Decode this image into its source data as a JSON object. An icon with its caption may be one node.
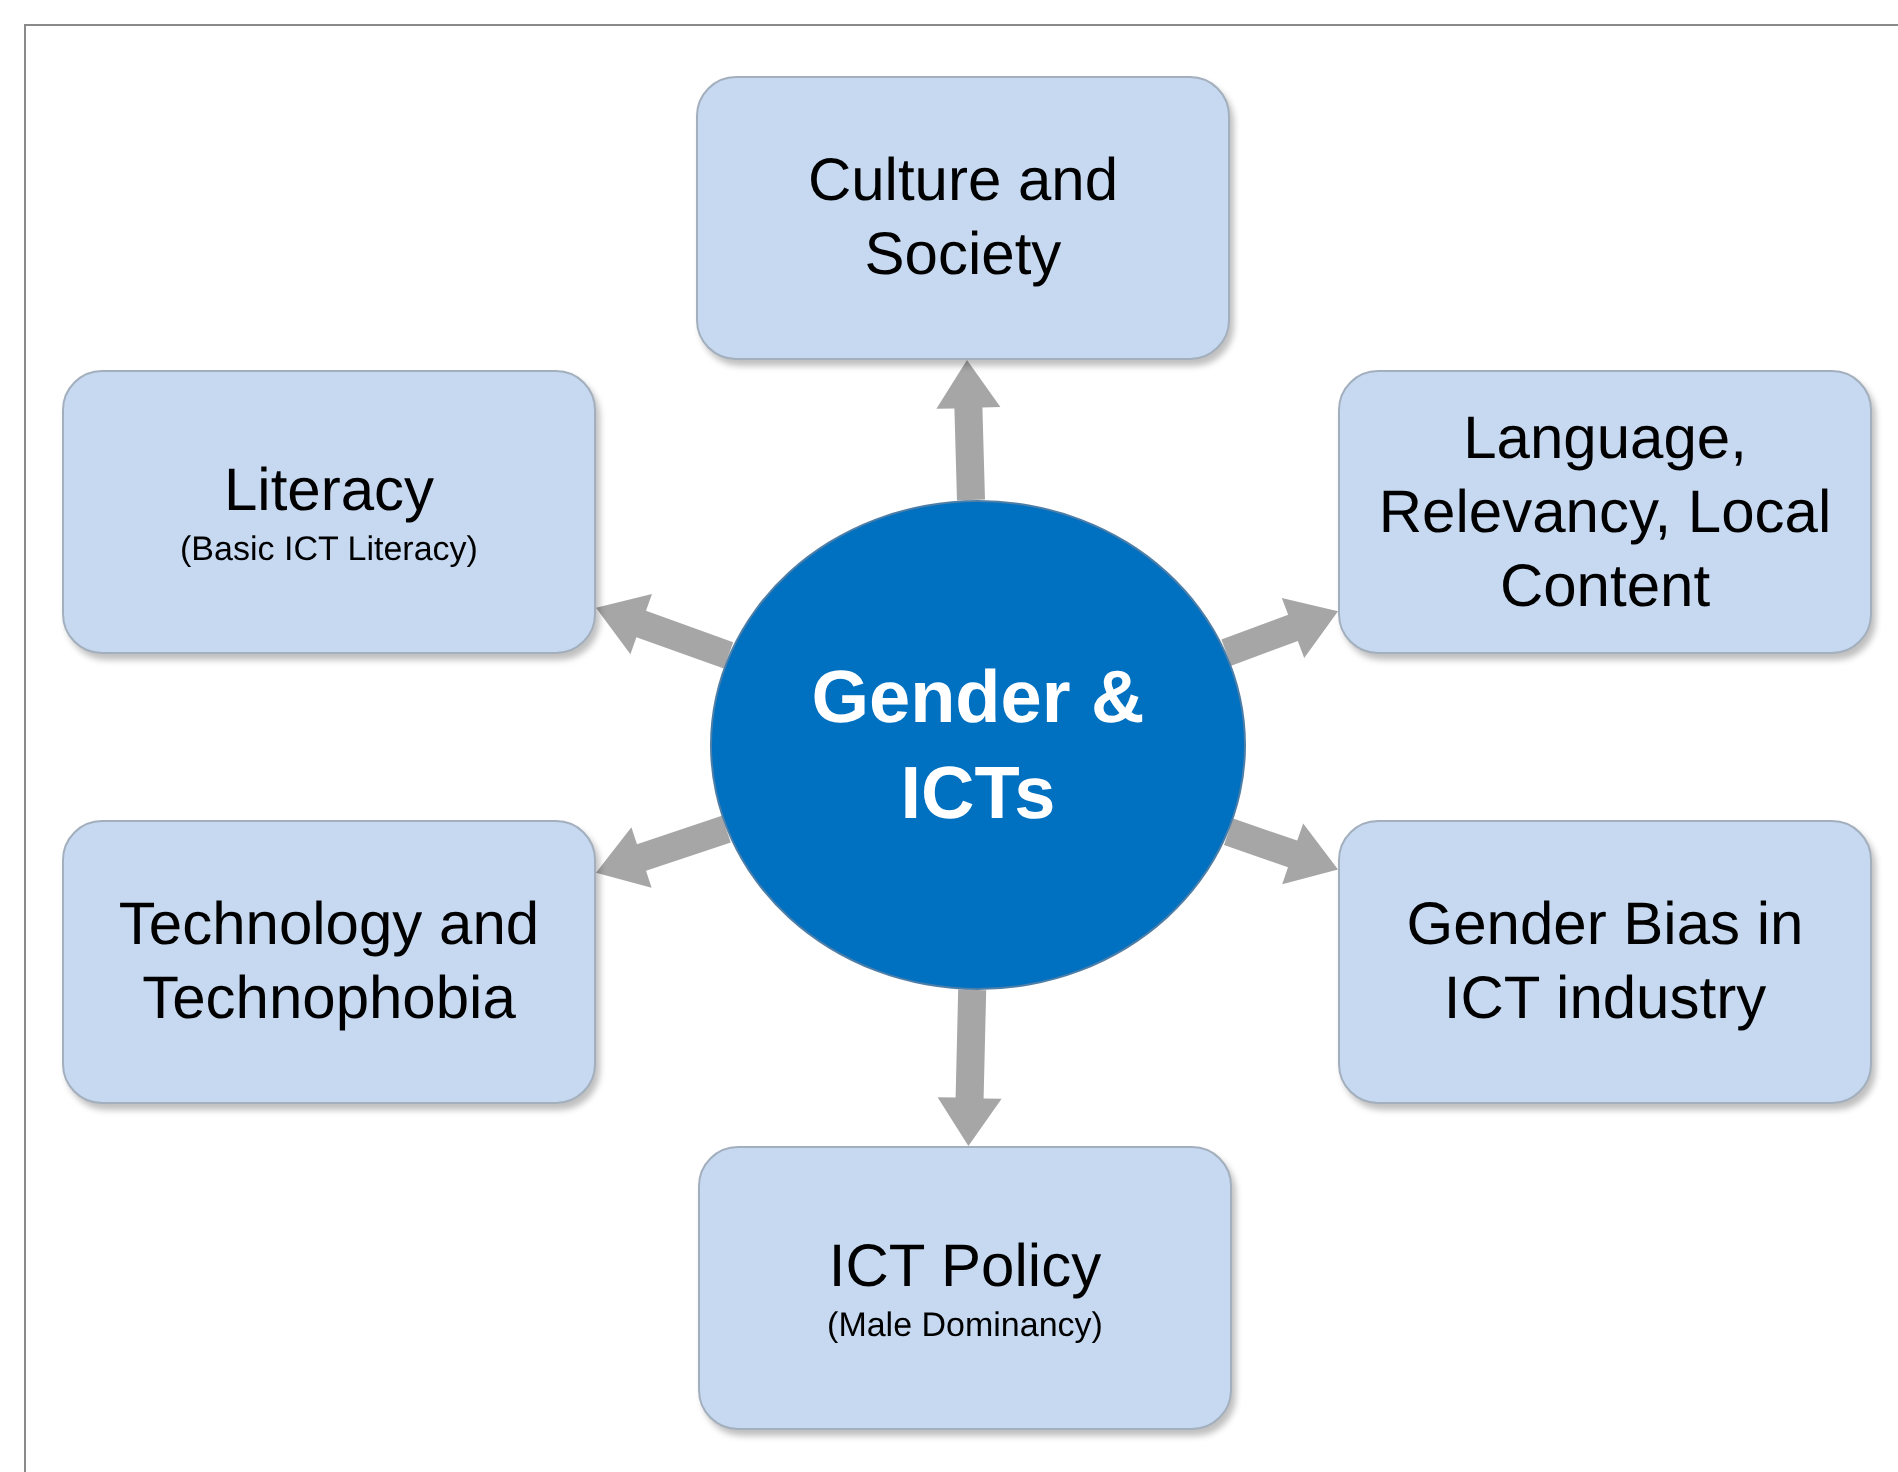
{
  "diagram": {
    "nodes": [
      {
        "text": [
          "Culture and Society"
        ]
      },
      {
        "text": [
          "Literacy",
          "(Basic ICT Literacy)"
        ]
      },
      {
        "text": [
          "Language, Relevancy, Local Content"
        ]
      },
      {
        "text": [
          "Gender & ICTs"
        ]
      },
      {
        "text": [
          "Technology and Technophobia"
        ]
      },
      {
        "text": [
          "Gender Bias in ICT industry"
        ]
      },
      {
        "text": [
          "ICT Policy",
          "(Male Dominancy)"
        ]
      }
    ],
    "edges": [
      {
        "from": 3,
        "to": 0,
        "arrow": "to"
      },
      {
        "from": 3,
        "to": 1,
        "arrow": "to"
      },
      {
        "from": 3,
        "to": 2,
        "arrow": "to"
      },
      {
        "from": 3,
        "to": 4,
        "arrow": "to"
      },
      {
        "from": 3,
        "to": 5,
        "arrow": "to"
      },
      {
        "from": 3,
        "to": 6,
        "arrow": "to"
      }
    ]
  }
}
